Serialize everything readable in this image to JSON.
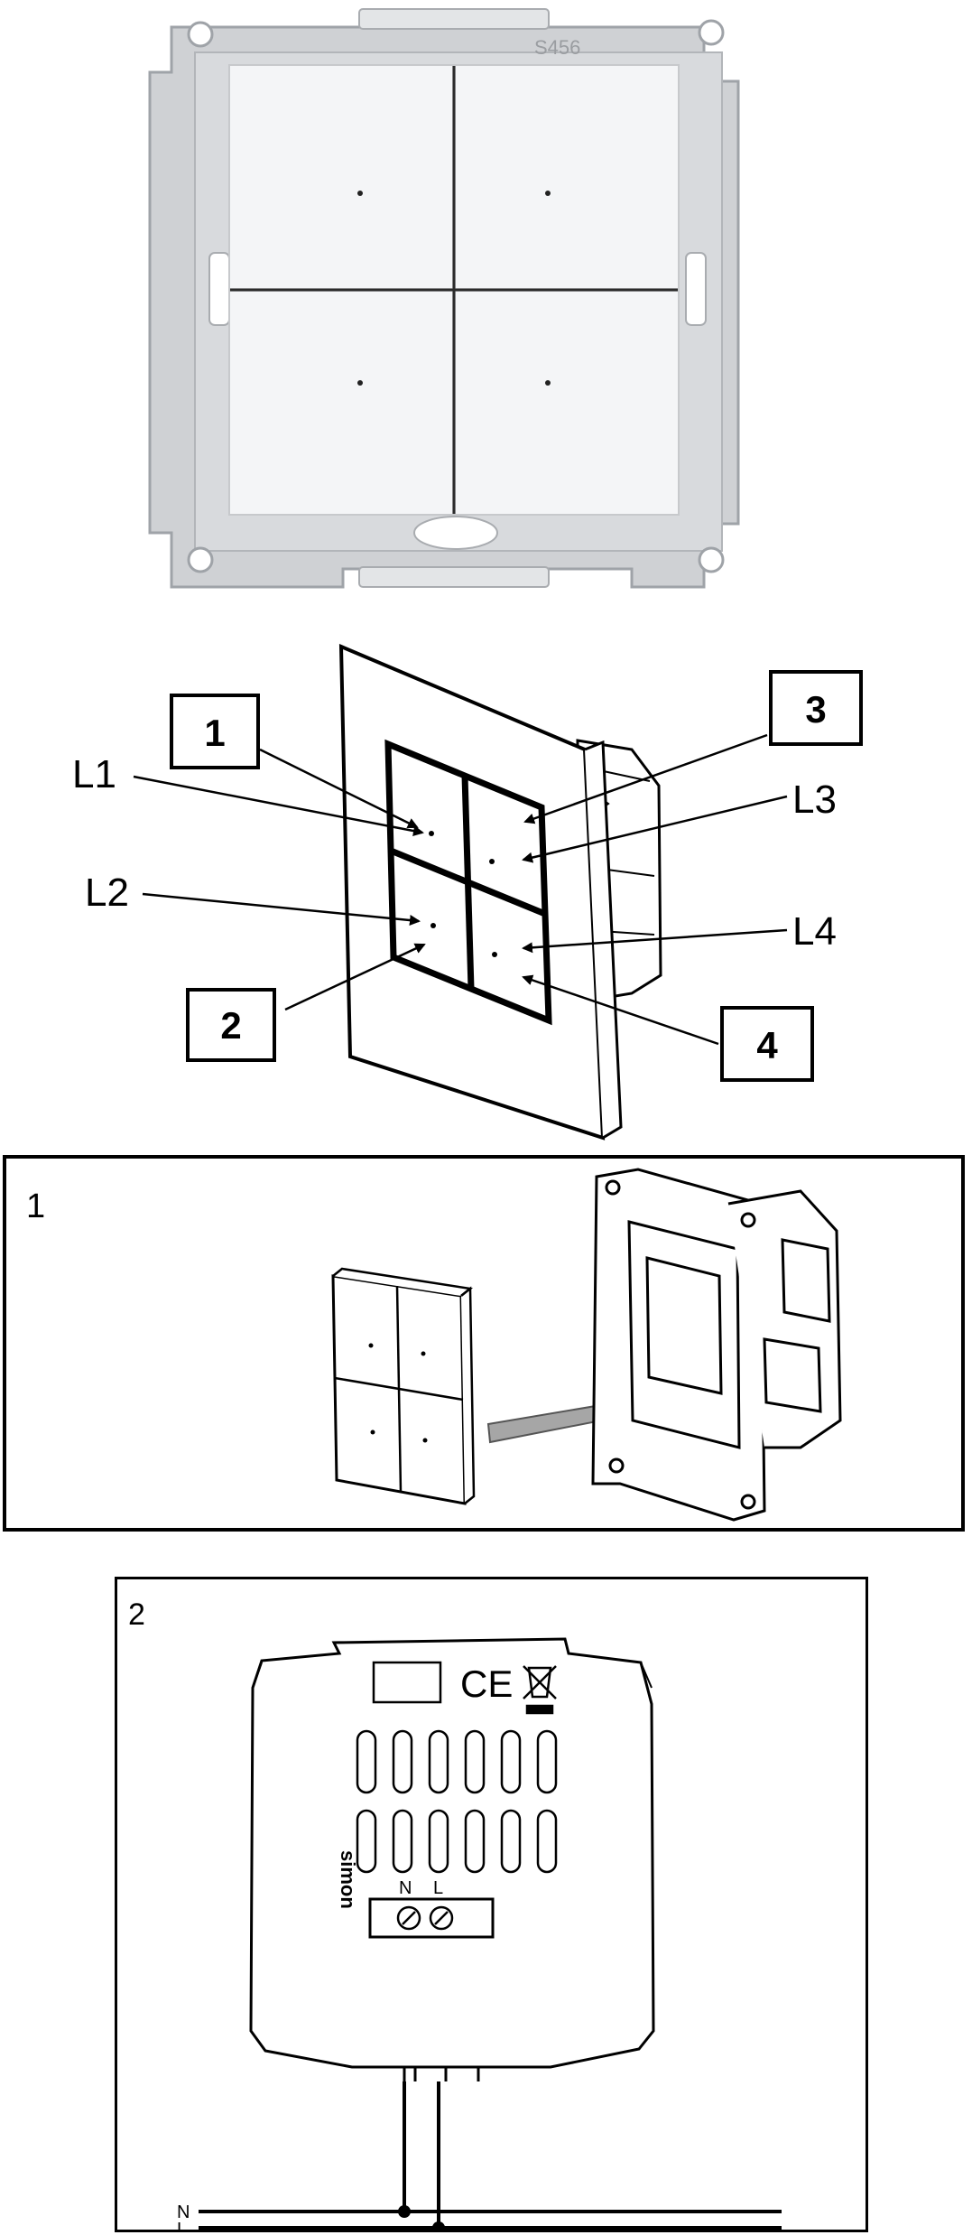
{
  "photo": {
    "frame_mark": "S456"
  },
  "callouts": {
    "box1": "1",
    "box2": "2",
    "box3": "3",
    "box4": "4",
    "l1": "L1",
    "l2": "L2",
    "l3": "L3",
    "l4": "L4"
  },
  "step1": {
    "number": "1"
  },
  "step2": {
    "number": "2",
    "terminal_n": "N",
    "terminal_l": "L",
    "line_n": "N",
    "line_l": "L",
    "ce_mark": "CE",
    "brand": "simon"
  },
  "colors": {
    "frame_metal": "#cfd1d4",
    "frame_edge": "#a9acb0",
    "key_white": "#f4f5f7",
    "arrow_fill": "#a6a6a6",
    "line": "#000000"
  }
}
